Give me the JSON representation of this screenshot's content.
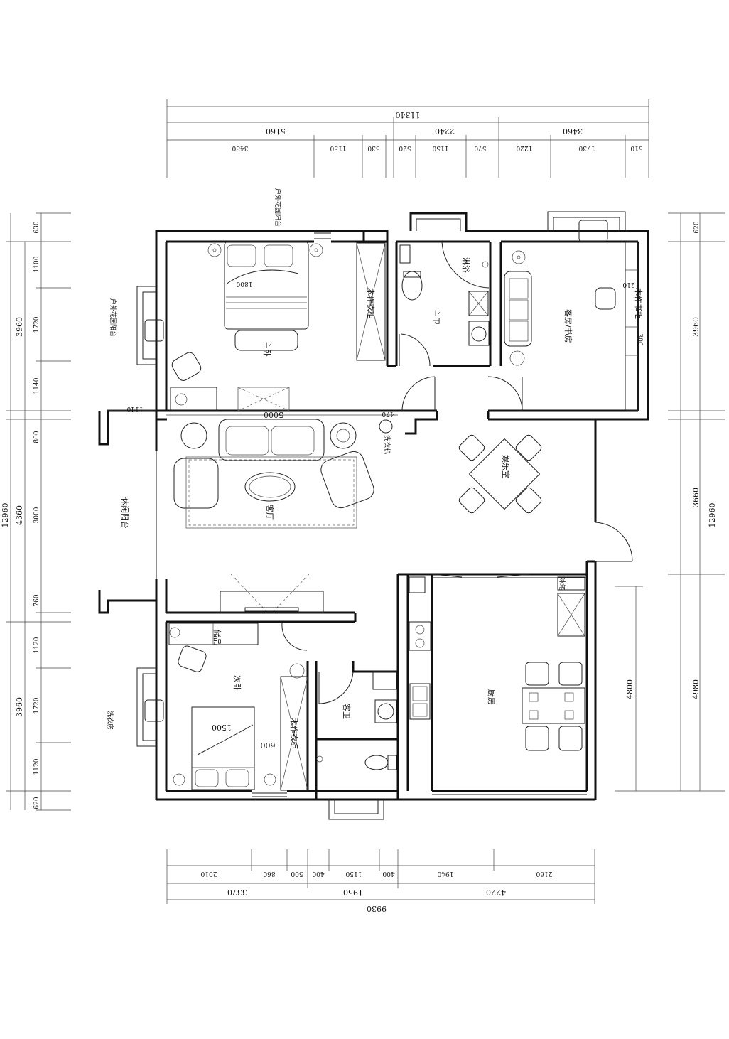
{
  "dimensions": {
    "top_total": "11340",
    "top_mid": [
      "5160",
      "2240",
      "3460"
    ],
    "top_detail": [
      "3480",
      "1150",
      "530",
      "520",
      "1150",
      "570",
      "1220",
      "1730",
      "510"
    ],
    "bottom_detail": [
      "2010",
      "860",
      "500",
      "400",
      "1150",
      "400",
      "1940",
      "2160"
    ],
    "bottom_mid": [
      "3370",
      "1950",
      "4220"
    ],
    "bottom_total": "9930",
    "left_total": "12960",
    "left_mid": [
      "3960",
      "4360",
      "3960"
    ],
    "left_detail": [
      "630",
      "1100",
      "1720",
      "1140",
      "800",
      "3000",
      "760",
      "1120",
      "1720",
      "1120",
      "620"
    ],
    "right_mid": [
      "620",
      "3960",
      "3660",
      "4980"
    ],
    "right_total": "12960",
    "right_inner": "4800",
    "interior": [
      "1140",
      "5000",
      "470",
      "1800",
      "1500",
      "600",
      "210",
      "300"
    ]
  },
  "rooms": {
    "master_bedroom": "主卧",
    "wardrobe_master": "木作衣柜",
    "master_bath": "主卫",
    "shower": "淋浴",
    "guest_study": "客房/书房",
    "bookcase": "木作书柜",
    "living": "客厅",
    "entertainment": "娱乐室",
    "washer": "洗衣机",
    "leisure_balcony": "休闲阳台",
    "second_bedroom": "次卧",
    "wardrobe_second": "木作衣柜",
    "guest_bath": "客卫",
    "kitchen": "厨房",
    "shelf": "储品",
    "laundry_balcony": "洗衣房",
    "fridge": "冰箱"
  },
  "notes": {
    "garden_balcony_top": "户外花园阳台",
    "garden_balcony_left": "户外花园阳台"
  }
}
